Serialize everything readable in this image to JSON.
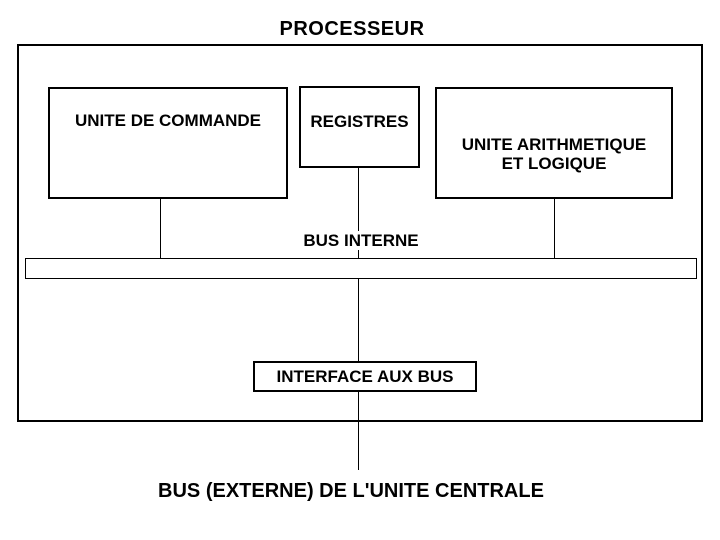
{
  "title": "PROCESSEUR",
  "nodes": {
    "unite_commande": {
      "label": "UNITE DE COMMANDE"
    },
    "registres": {
      "label": "REGISTRES"
    },
    "alu": {
      "label_lines": [
        "UNITE ARITHMETIQUE",
        "ET LOGIQUE"
      ]
    },
    "interface_bus": {
      "label": "INTERFACE AUX BUS"
    }
  },
  "labels": {
    "bus_interne": "BUS INTERNE",
    "bus_externe": "BUS (EXTERNE) DE L'UNITE CENTRALE"
  },
  "colors": {
    "line": "#000000",
    "background": "#ffffff",
    "box_fill": "#ffffff"
  }
}
